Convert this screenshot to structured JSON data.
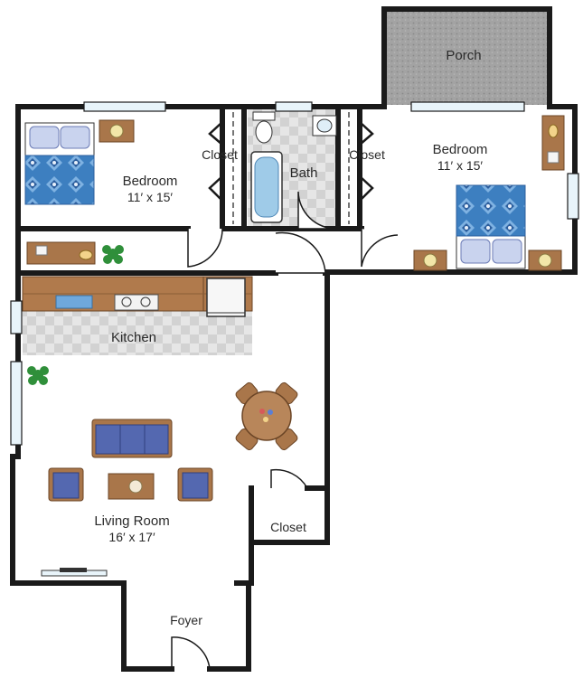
{
  "rooms": {
    "porch": {
      "name": "Porch"
    },
    "bedroom_left": {
      "name": "Bedroom",
      "dimensions": "11′ x 15′"
    },
    "bedroom_right": {
      "name": "Bedroom",
      "dimensions": "11′ x 15′"
    },
    "closet_left": {
      "name": "Closet"
    },
    "closet_right": {
      "name": "Closet"
    },
    "bath": {
      "name": "Bath"
    },
    "kitchen": {
      "name": "Kitchen"
    },
    "living_room": {
      "name": "Living Room",
      "dimensions": "16′ x 17′"
    },
    "closet_hall": {
      "name": "Closet"
    },
    "foyer": {
      "name": "Foyer"
    }
  },
  "colors": {
    "wall": "#1a1a1a",
    "porch_floor": "#9a9a9a",
    "tile_light": "#e6e6e6",
    "tile_dark": "#cfcfcf",
    "wood": "#a9764a",
    "sofa_blue": "#5468b0",
    "bedspread_blue": "#3d7fc0",
    "pillow": "#c9d3ee",
    "plant": "#2f8f3a",
    "bathtub": "#9fcbe8",
    "window": "#e8f4fa"
  },
  "icons": [
    "bed-icon",
    "sofa-icon",
    "armchair-icon",
    "dining-table-icon",
    "plant-icon",
    "bathtub-icon",
    "toilet-icon",
    "sink-icon",
    "stove-icon",
    "refrigerator-icon",
    "tv-icon",
    "lamp-icon",
    "door-swing-icon",
    "window-icon"
  ]
}
